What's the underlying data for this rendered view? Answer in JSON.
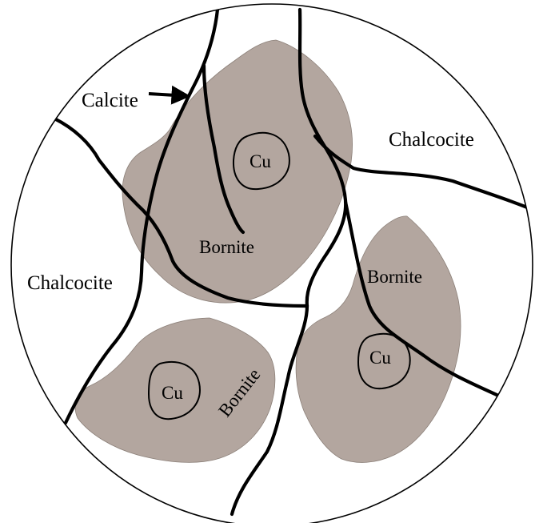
{
  "diagram": {
    "labels": {
      "calcite": "Calcite",
      "chalcocite_left": "Chalcocite",
      "chalcocite_right": "Chalcocite",
      "bornite_top": "Bornite",
      "bornite_right": "Bornite",
      "bornite_bottom_left": "Bornite",
      "cu_top": "Cu",
      "cu_bottom_left": "Cu",
      "cu_right": "Cu"
    },
    "colors": {
      "bornite_fill": "#b3a69f",
      "outline": "#000000",
      "background": "#ffffff"
    }
  }
}
